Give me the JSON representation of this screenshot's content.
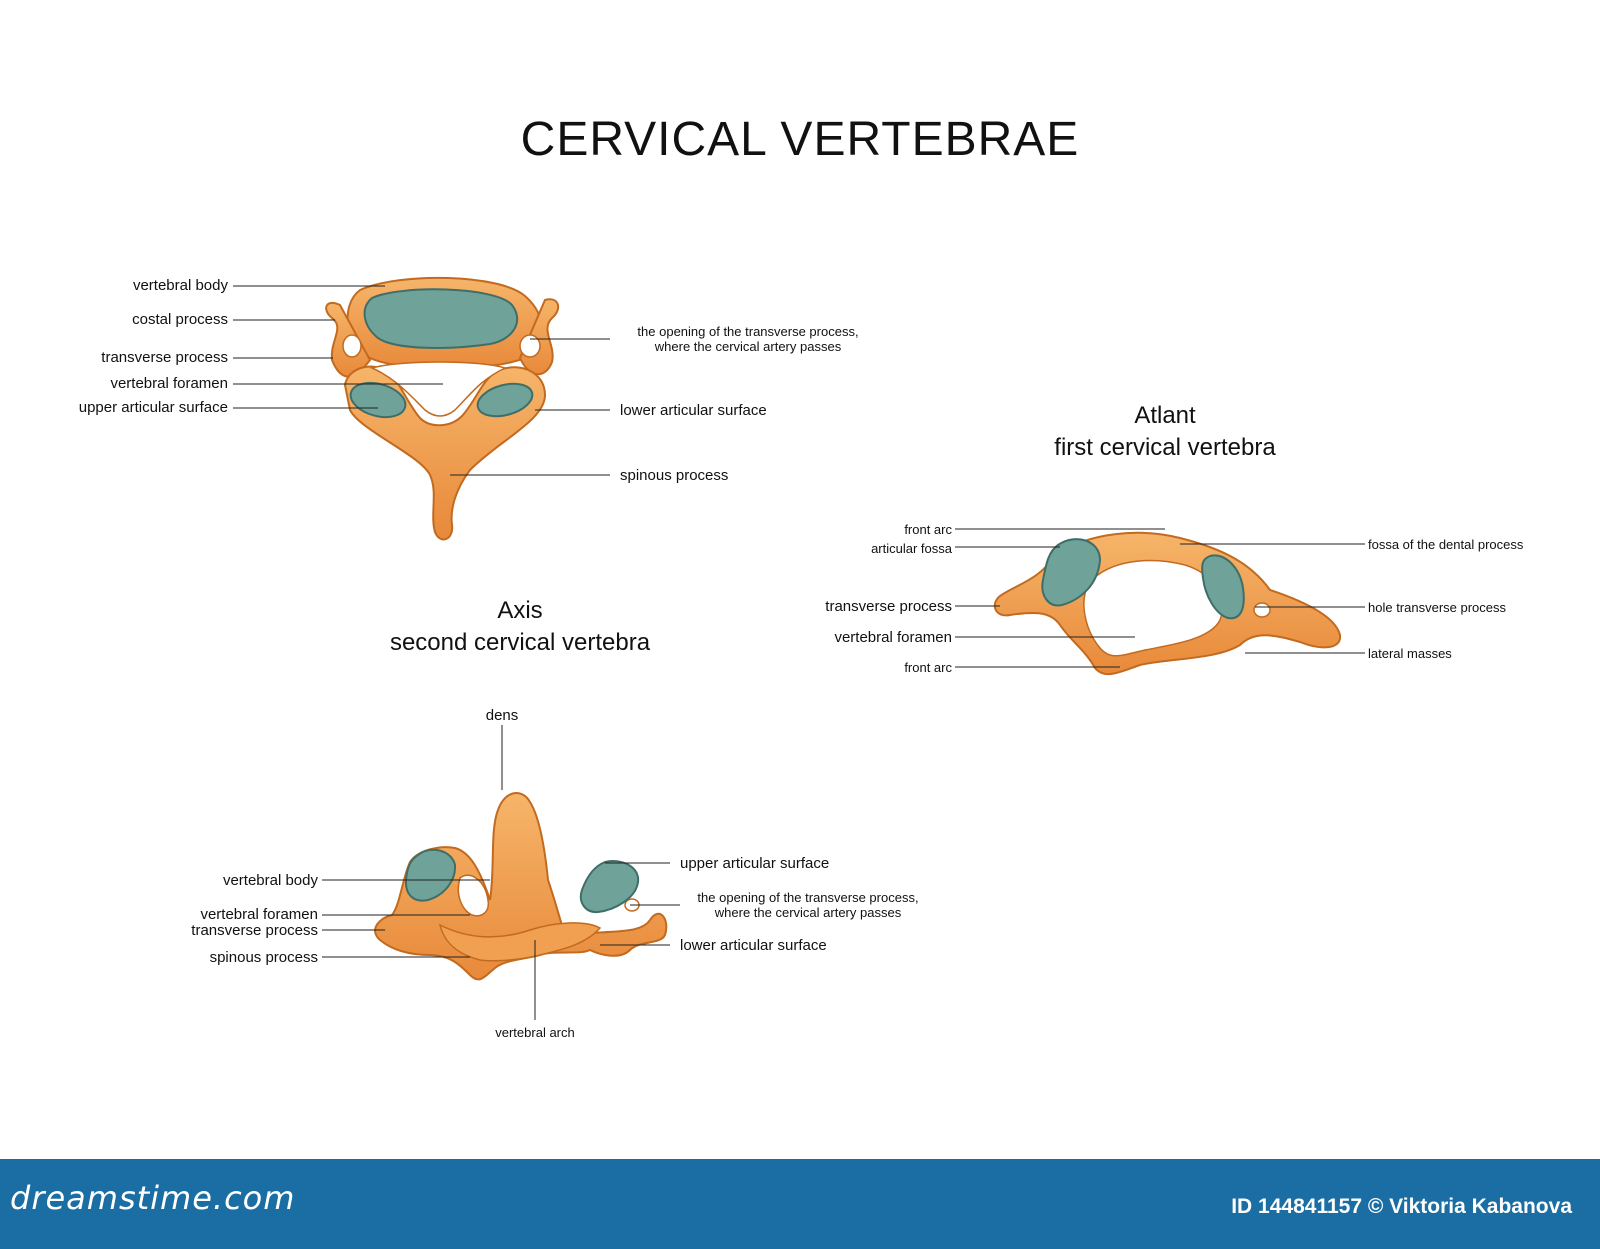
{
  "title": "CERVICAL VERTEBRAE",
  "typical": {
    "left_labels": [
      "vertebral body",
      "costal process",
      "transverse process",
      "vertebral foramen",
      "upper articular surface"
    ],
    "right_labels": {
      "opening_line1": "the opening of the transverse process,",
      "opening_line2": "where the cervical artery passes",
      "lower_articular": "lower articular surface",
      "spinous": "spinous process"
    }
  },
  "atlant": {
    "title": "Atlant",
    "subtitle": "first cervical vertebra",
    "left_labels": [
      "front arc",
      "articular fossa",
      "transverse process",
      "vertebral foramen",
      "front arc"
    ],
    "right_labels": [
      "fossa of the dental process",
      "hole transverse process",
      "lateral masses"
    ]
  },
  "axis": {
    "title": "Axis",
    "subtitle": "second cervical vertebra",
    "top_label": "dens",
    "left_labels": [
      "vertebral body",
      "vertebral foramen",
      "transverse process",
      "spinous process"
    ],
    "right_labels": {
      "upper_articular": "upper articular surface",
      "opening_line1": "the opening of the transverse process,",
      "opening_line2": "where the cervical artery passes",
      "lower_articular": "lower articular surface"
    },
    "bottom_label": "vertebral arch"
  },
  "footer": {
    "brand": "dreamstime.com",
    "id_text": "ID 144841157 © Viktoria Kabanova"
  },
  "colors": {
    "bone": "#f2a14a",
    "bone_stroke": "#c26a1f",
    "cartilage": "#6fa39a",
    "cartilage_stroke": "#3f6e69",
    "footer": "#1a6ea3"
  }
}
